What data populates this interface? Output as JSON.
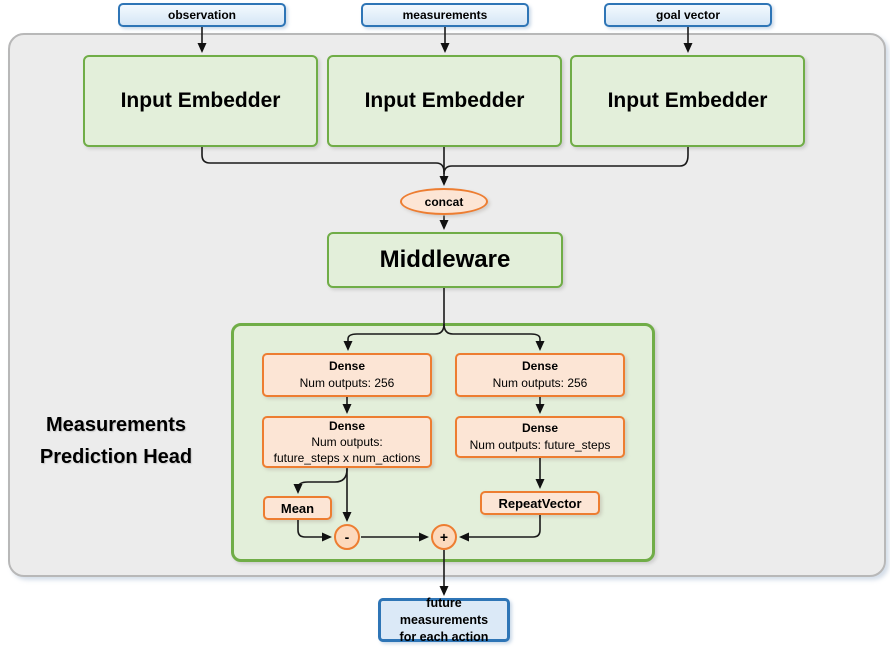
{
  "diagram": {
    "inputs": [
      {
        "label": "observation"
      },
      {
        "label": "measurements"
      },
      {
        "label": "goal vector"
      }
    ],
    "embedders": [
      {
        "label": "Input Embedder"
      },
      {
        "label": "Input Embedder"
      },
      {
        "label": "Input Embedder"
      }
    ],
    "concat_label": "concat",
    "middleware_label": "Middleware",
    "head": {
      "title_line1": "Measurements",
      "title_line2": "Prediction Head",
      "left_branch": {
        "dense1_title": "Dense",
        "dense1_detail": "Num outputs: 256",
        "dense2_title": "Dense",
        "dense2_detail_line1": "Num outputs:",
        "dense2_detail_line2": "future_steps x num_actions",
        "mean_label": "Mean",
        "minus_label": "-"
      },
      "right_branch": {
        "dense1_title": "Dense",
        "dense1_detail": "Num outputs: 256",
        "dense2_title": "Dense",
        "dense2_detail": "Num outputs: future_steps",
        "repeat_label": "RepeatVector",
        "plus_label": "+"
      }
    },
    "output": {
      "line1": "future measurements",
      "line2": "for each action"
    },
    "colors": {
      "blue_border": "#2e75b6",
      "blue_fill": "#dbe9f7",
      "green_border": "#70ad47",
      "green_fill": "#e3efda",
      "orange_border": "#ed7d31",
      "orange_fill": "#fce5d5",
      "gray_fill": "#ececec",
      "gray_border": "#b8b8b8",
      "line": "#1a1a1a"
    }
  }
}
